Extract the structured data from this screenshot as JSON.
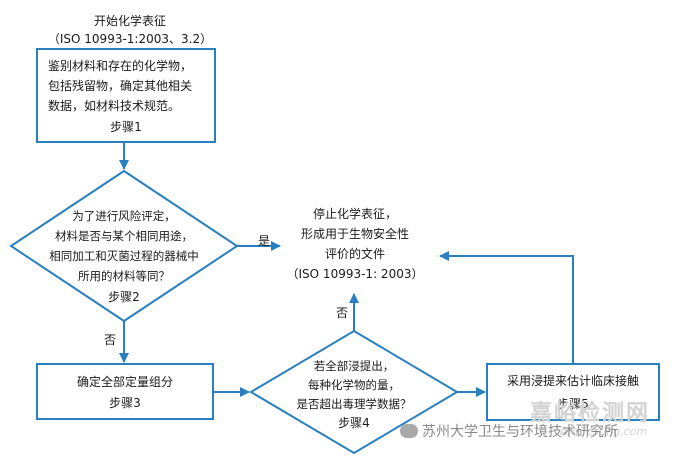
{
  "start": {
    "title": "开始化学表征",
    "ref": "（ISO 10993-1:2003、3.2）"
  },
  "step1": {
    "text": "鉴别材料和存在的化学物，\n包括残留物，确定其他相关\n数据，如材料技术规范。",
    "step": "步骤1"
  },
  "step2": {
    "text": "为了进行风险评定，\n材料是否与某个相同用途，\n相同加工和灭菌过程的器械中\n所用的材料等同？",
    "step": "步骤2"
  },
  "end": {
    "text": "停止化学表征，\n形成用于生物安全性\n评价的文件",
    "ref": "（ISO 10993-1: 2003）"
  },
  "step3": {
    "text": "确定全部定量组分",
    "step": "步骤3"
  },
  "step4": {
    "text": "若全部浸提出，\n每种化学物的量，\n是否超出毒理学数据？",
    "step": "步骤4"
  },
  "step5": {
    "text": "采用浸提来估计临床接触",
    "step": "步骤5"
  },
  "edges": {
    "yes": "是",
    "no_step2": "否",
    "no_step4": "否"
  },
  "watermark": {
    "brand_cn": "嘉峪检测网",
    "brand_en": "AnyTesting.com",
    "source": "苏州大学卫生与环境技术研究所"
  },
  "colors": {
    "stroke": "#2a7fbf",
    "text": "#1a1a1a",
    "watermark": "#d3d3d3"
  }
}
